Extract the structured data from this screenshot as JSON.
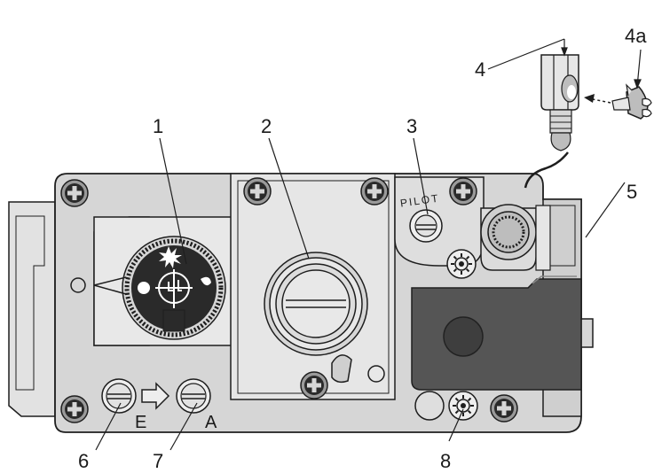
{
  "callouts": {
    "c1": "1",
    "c2": "2",
    "c3": "3",
    "c4": "4",
    "c4a": "4a",
    "c5": "5",
    "c6": "6",
    "c7": "7",
    "c8": "8"
  },
  "markings": {
    "pilot": "PILOT",
    "port_e": "E",
    "port_a": "A"
  },
  "colors": {
    "body_light": "#d6d6d6",
    "body_mid": "#bdbdbd",
    "outline": "#1e1e1e",
    "dark_block": "#555555",
    "knob_black": "#2a2a2a"
  },
  "icons": [
    "screw-icon",
    "flame-icon",
    "arrow-right-icon",
    "gear-icon"
  ]
}
